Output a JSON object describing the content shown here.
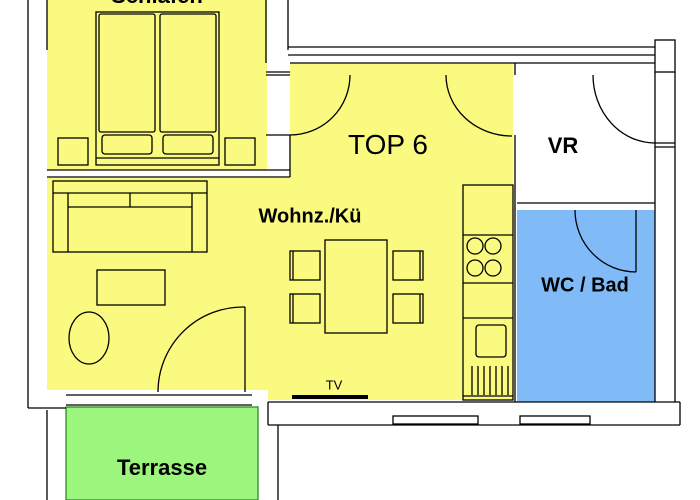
{
  "rooms": {
    "schlafen": "Schlafen",
    "top": "TOP 6",
    "vr": "VR",
    "wohnkueche": "Wohnz./Kü",
    "bad": "WC / Bad",
    "terrasse": "Terrasse"
  },
  "labels": {
    "tv": "TV"
  },
  "colors": {
    "living": "#fafa80",
    "bath": "#80bbf8",
    "terrace": "#9cf57c",
    "lines": "#000000"
  }
}
